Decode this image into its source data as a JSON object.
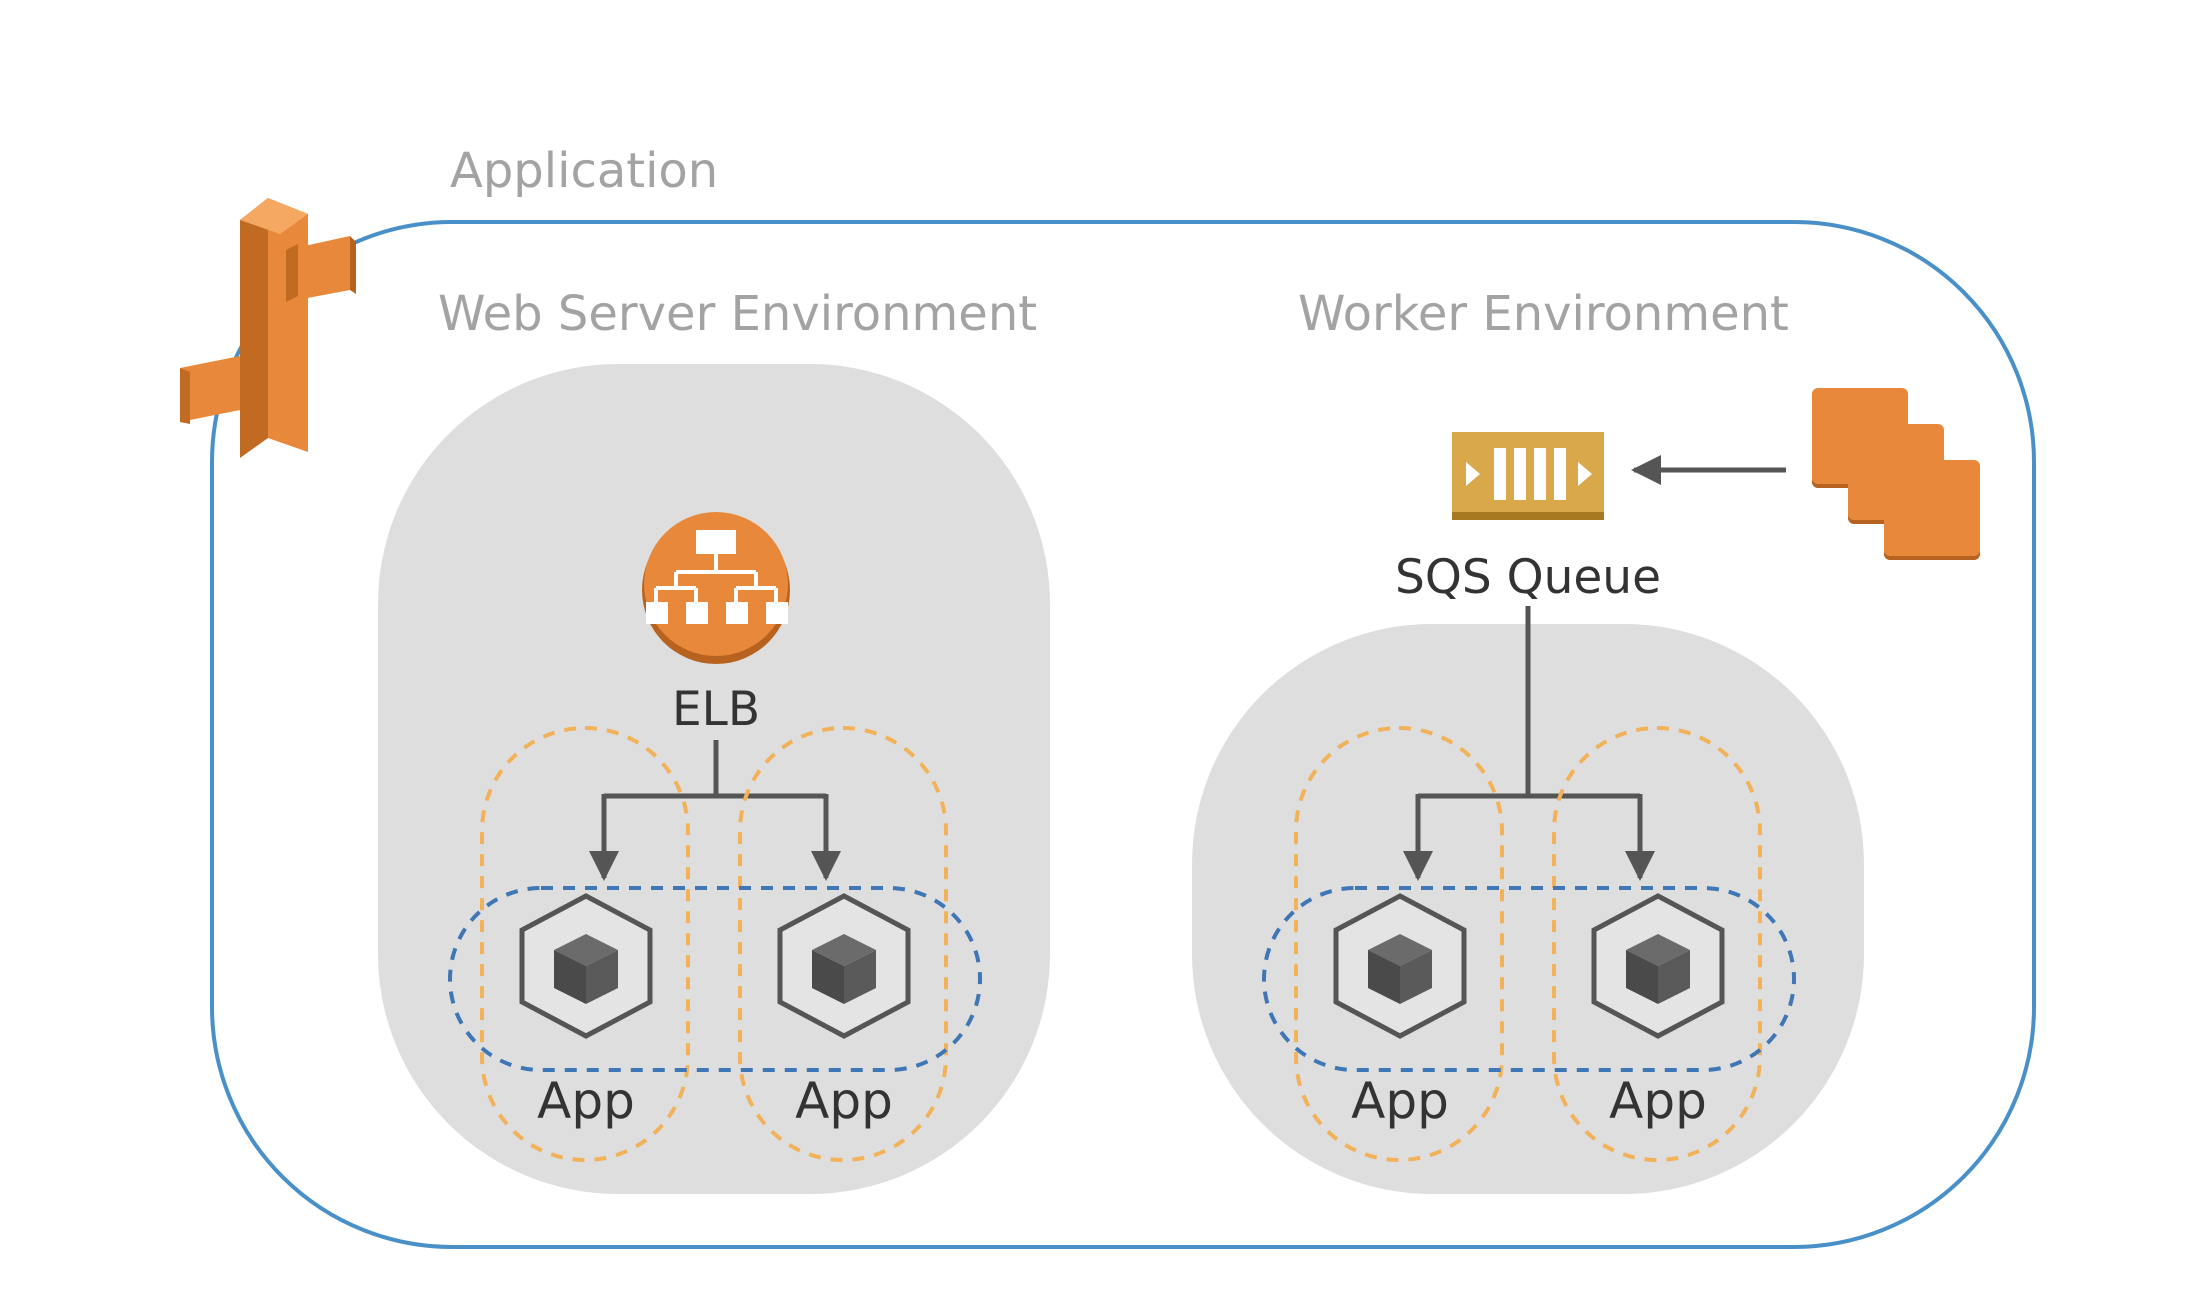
{
  "application": {
    "label": "Application"
  },
  "web_env": {
    "title": "Web Server Environment",
    "load_balancer": {
      "label": "ELB",
      "icon": "load-balancer-icon"
    },
    "instances": [
      {
        "label": "App",
        "icon": "cube-icon"
      },
      {
        "label": "App",
        "icon": "cube-icon"
      }
    ]
  },
  "worker_env": {
    "title": "Worker Environment",
    "queue": {
      "label": "SQS Queue",
      "icon": "sqs-queue-icon"
    },
    "instances": [
      {
        "label": "App",
        "icon": "cube-icon"
      },
      {
        "label": "App",
        "icon": "cube-icon"
      }
    ]
  },
  "icons": {
    "beanstalk": "elastic-beanstalk-icon",
    "producer": "ec2-instances-icon"
  },
  "colors": {
    "application_border": "#4a90c8",
    "environment_fill": "#dedede",
    "aws_orange": "#e8883a",
    "aws_orange_dark": "#b8621f",
    "sqs_gold": "#d9a84a",
    "arrow": "#555555",
    "az_dash": "#f2b25a",
    "subnet_dash": "#3f76b5"
  }
}
